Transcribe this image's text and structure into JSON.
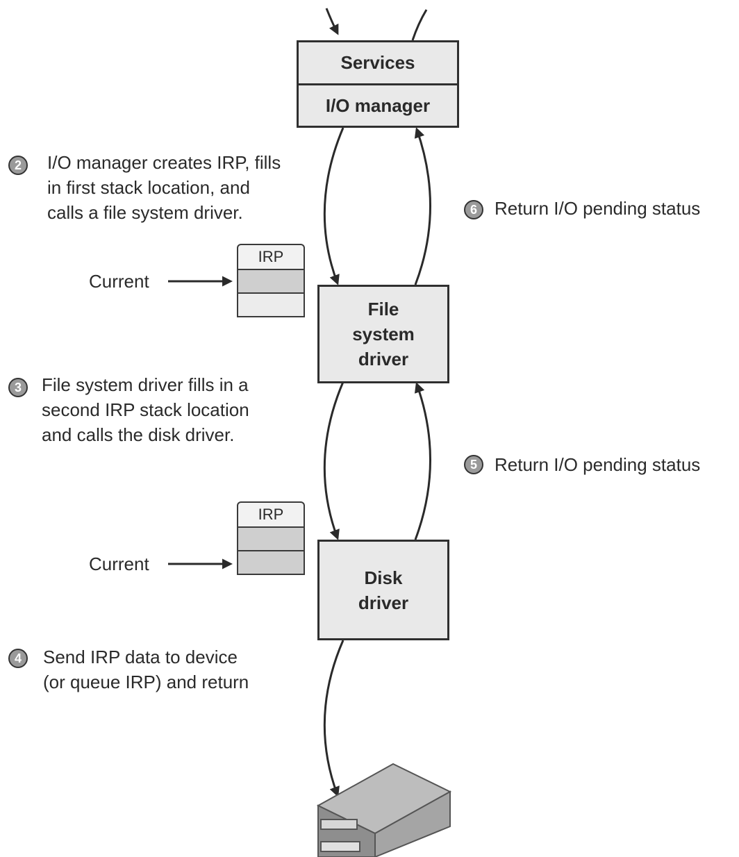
{
  "boxes": {
    "services": "Services",
    "io_manager": "I/O manager",
    "file_system_driver": [
      "File",
      "system",
      "driver"
    ],
    "disk_driver": [
      "Disk",
      "driver"
    ]
  },
  "irp_labels": [
    "IRP",
    "IRP"
  ],
  "current_labels": [
    "Current",
    "Current"
  ],
  "steps": [
    {
      "number": "2",
      "lines": [
        "I/O manager creates IRP, fills",
        "in first stack location, and",
        "calls a file system driver."
      ]
    },
    {
      "number": "3",
      "lines": [
        "File system driver fills in a",
        "second IRP stack location",
        "and calls the disk driver."
      ]
    },
    {
      "number": "4",
      "lines": [
        "Send IRP data to device",
        "(or queue IRP) and return"
      ]
    },
    {
      "number": "5",
      "lines": [
        "Return I/O pending status"
      ]
    },
    {
      "number": "6",
      "lines": [
        "Return I/O pending status"
      ]
    }
  ],
  "colors": {
    "box_fill": "#e9e9e9",
    "irp_current": "#cfcfcf",
    "stroke": "#2f2f2f"
  }
}
